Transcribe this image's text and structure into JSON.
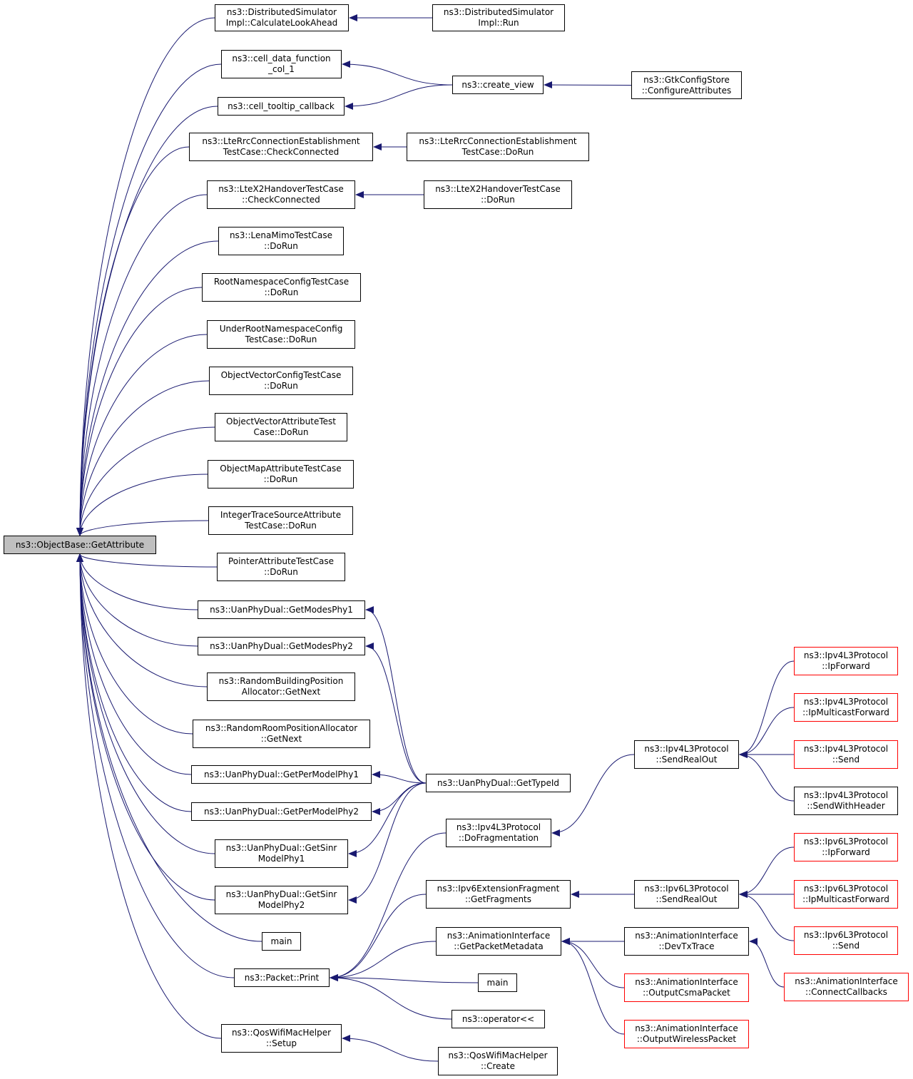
{
  "graph": {
    "title": "",
    "edge_color": "#191970",
    "truncated_border_color": "#ff0000",
    "root_fill": "#bfbfbf",
    "nodes": [
      {
        "id": "objectbase_getattribute",
        "lines": [
          "ns3::ObjectBase::GetAttribute"
        ],
        "root": true
      },
      {
        "id": "distributedsimulator_calculatelookahead",
        "lines": [
          "ns3::DistributedSimulator",
          "Impl::CalculateLookAhead"
        ]
      },
      {
        "id": "distributedsimulator_run",
        "lines": [
          "ns3::DistributedSimulator",
          "Impl::Run"
        ]
      },
      {
        "id": "cell_data_function_col_1",
        "lines": [
          "ns3::cell_data_function",
          "_col_1"
        ]
      },
      {
        "id": "cell_tooltip_callback",
        "lines": [
          "ns3::cell_tooltip_callback"
        ]
      },
      {
        "id": "create_view",
        "lines": [
          "ns3::create_view"
        ]
      },
      {
        "id": "gtkconfigstore_configureattributes",
        "lines": [
          "ns3::GtkConfigStore",
          "::ConfigureAttributes"
        ]
      },
      {
        "id": "ltercc_checkconnected",
        "lines": [
          "ns3::LteRrcConnectionEstablishment",
          "TestCase::CheckConnected"
        ]
      },
      {
        "id": "ltercc_dorun",
        "lines": [
          "ns3::LteRrcConnectionEstablishment",
          "TestCase::DoRun"
        ]
      },
      {
        "id": "ltex2_checkconnected",
        "lines": [
          "ns3::LteX2HandoverTestCase",
          "::CheckConnected"
        ]
      },
      {
        "id": "ltex2_dorun",
        "lines": [
          "ns3::LteX2HandoverTestCase",
          "::DoRun"
        ]
      },
      {
        "id": "lenamimo_dorun",
        "lines": [
          "ns3::LenaMimoTestCase",
          "::DoRun"
        ]
      },
      {
        "id": "rootnamespace_dorun",
        "lines": [
          "RootNamespaceConfigTestCase",
          "::DoRun"
        ]
      },
      {
        "id": "underrootnamespace_dorun",
        "lines": [
          "UnderRootNamespaceConfig",
          "TestCase::DoRun"
        ]
      },
      {
        "id": "objectvectorconfig_dorun",
        "lines": [
          "ObjectVectorConfigTestCase",
          "::DoRun"
        ]
      },
      {
        "id": "objectvectorattribute_dorun",
        "lines": [
          "ObjectVectorAttributeTest",
          "Case::DoRun"
        ]
      },
      {
        "id": "objectmapattribute_dorun",
        "lines": [
          "ObjectMapAttributeTestCase",
          "::DoRun"
        ]
      },
      {
        "id": "integertracesource_dorun",
        "lines": [
          "IntegerTraceSourceAttribute",
          "TestCase::DoRun"
        ]
      },
      {
        "id": "pointerattribute_dorun",
        "lines": [
          "PointerAttributeTestCase",
          "::DoRun"
        ]
      },
      {
        "id": "getmodesphy1",
        "lines": [
          "ns3::UanPhyDual::GetModesPhy1"
        ]
      },
      {
        "id": "getmodesphy2",
        "lines": [
          "ns3::UanPhyDual::GetModesPhy2"
        ]
      },
      {
        "id": "randombuilding_getnext",
        "lines": [
          "ns3::RandomBuildingPosition",
          "Allocator::GetNext"
        ]
      },
      {
        "id": "randomroom_getnext",
        "lines": [
          "ns3::RandomRoomPositionAllocator",
          "::GetNext"
        ]
      },
      {
        "id": "getpermodelphy1",
        "lines": [
          "ns3::UanPhyDual::GetPerModelPhy1"
        ]
      },
      {
        "id": "getpermodelphy2",
        "lines": [
          "ns3::UanPhyDual::GetPerModelPhy2"
        ]
      },
      {
        "id": "getsinrmodelphy1",
        "lines": [
          "ns3::UanPhyDual::GetSinr",
          "ModelPhy1"
        ]
      },
      {
        "id": "getsinrmodelphy2",
        "lines": [
          "ns3::UanPhyDual::GetSinr",
          "ModelPhy2"
        ]
      },
      {
        "id": "main_1",
        "lines": [
          "main"
        ]
      },
      {
        "id": "packet_print",
        "lines": [
          "ns3::Packet::Print"
        ]
      },
      {
        "id": "qoswifimachelper_setup",
        "lines": [
          "ns3::QosWifiMacHelper",
          "::Setup"
        ]
      },
      {
        "id": "uanphydual_gettypeid",
        "lines": [
          "ns3::UanPhyDual::GetTypeId"
        ]
      },
      {
        "id": "ipv4_dofragmentation",
        "lines": [
          "ns3::Ipv4L3Protocol",
          "::DoFragmentation"
        ]
      },
      {
        "id": "ipv6extfrag_getfragments",
        "lines": [
          "ns3::Ipv6ExtensionFragment",
          "::GetFragments"
        ]
      },
      {
        "id": "anim_getpacketmetadata",
        "lines": [
          "ns3::AnimationInterface",
          "::GetPacketMetadata"
        ]
      },
      {
        "id": "main_2",
        "lines": [
          "main"
        ]
      },
      {
        "id": "operator_ltlt",
        "lines": [
          "ns3::operator<<"
        ]
      },
      {
        "id": "qoswifimachelper_create",
        "lines": [
          "ns3::QosWifiMacHelper",
          "::Create"
        ]
      },
      {
        "id": "ipv4_sendrealout",
        "lines": [
          "ns3::Ipv4L3Protocol",
          "::SendRealOut"
        ]
      },
      {
        "id": "ipv6_sendrealout",
        "lines": [
          "ns3::Ipv6L3Protocol",
          "::SendRealOut"
        ]
      },
      {
        "id": "anim_devtxtrace",
        "lines": [
          "ns3::AnimationInterface",
          "::DevTxTrace"
        ]
      },
      {
        "id": "anim_outputcsmapacket",
        "lines": [
          "ns3::AnimationInterface",
          "::OutputCsmaPacket"
        ],
        "truncated": true
      },
      {
        "id": "anim_outputwirelesspacket",
        "lines": [
          "ns3::AnimationInterface",
          "::OutputWirelessPacket"
        ],
        "truncated": true
      },
      {
        "id": "ipv4_ipforward",
        "lines": [
          "ns3::Ipv4L3Protocol",
          "::IpForward"
        ],
        "truncated": true
      },
      {
        "id": "ipv4_ipmulticastforward",
        "lines": [
          "ns3::Ipv4L3Protocol",
          "::IpMulticastForward"
        ],
        "truncated": true
      },
      {
        "id": "ipv4_send",
        "lines": [
          "ns3::Ipv4L3Protocol",
          "::Send"
        ],
        "truncated": true
      },
      {
        "id": "ipv4_sendwithheader",
        "lines": [
          "ns3::Ipv4L3Protocol",
          "::SendWithHeader"
        ]
      },
      {
        "id": "ipv6_ipforward",
        "lines": [
          "ns3::Ipv6L3Protocol",
          "::IpForward"
        ],
        "truncated": true
      },
      {
        "id": "ipv6_ipmulticastforward",
        "lines": [
          "ns3::Ipv6L3Protocol",
          "::IpMulticastForward"
        ],
        "truncated": true
      },
      {
        "id": "ipv6_send",
        "lines": [
          "ns3::Ipv6L3Protocol",
          "::Send"
        ],
        "truncated": true
      },
      {
        "id": "anim_connectcallbacks",
        "lines": [
          "ns3::AnimationInterface",
          "::ConnectCallbacks"
        ],
        "truncated": true
      }
    ],
    "edges": [
      [
        "distributedsimulator_calculatelookahead",
        "distributedsimulator_run"
      ],
      [
        "cell_data_function_col_1",
        "create_view"
      ],
      [
        "cell_tooltip_callback",
        "create_view"
      ],
      [
        "create_view",
        "gtkconfigstore_configureattributes"
      ],
      [
        "ltercc_checkconnected",
        "ltercc_dorun"
      ],
      [
        "ltex2_checkconnected",
        "ltex2_dorun"
      ],
      [
        "objectbase_getattribute",
        "distributedsimulator_calculatelookahead"
      ],
      [
        "objectbase_getattribute",
        "cell_data_function_col_1"
      ],
      [
        "objectbase_getattribute",
        "cell_tooltip_callback"
      ],
      [
        "objectbase_getattribute",
        "ltercc_checkconnected"
      ],
      [
        "objectbase_getattribute",
        "ltex2_checkconnected"
      ],
      [
        "objectbase_getattribute",
        "lenamimo_dorun"
      ],
      [
        "objectbase_getattribute",
        "rootnamespace_dorun"
      ],
      [
        "objectbase_getattribute",
        "underrootnamespace_dorun"
      ],
      [
        "objectbase_getattribute",
        "objectvectorconfig_dorun"
      ],
      [
        "objectbase_getattribute",
        "objectvectorattribute_dorun"
      ],
      [
        "objectbase_getattribute",
        "objectmapattribute_dorun"
      ],
      [
        "objectbase_getattribute",
        "integertracesource_dorun"
      ],
      [
        "objectbase_getattribute",
        "pointerattribute_dorun"
      ],
      [
        "objectbase_getattribute",
        "getmodesphy1"
      ],
      [
        "objectbase_getattribute",
        "getmodesphy2"
      ],
      [
        "objectbase_getattribute",
        "randombuilding_getnext"
      ],
      [
        "objectbase_getattribute",
        "randomroom_getnext"
      ],
      [
        "objectbase_getattribute",
        "getpermodelphy1"
      ],
      [
        "objectbase_getattribute",
        "getpermodelphy2"
      ],
      [
        "objectbase_getattribute",
        "getsinrmodelphy1"
      ],
      [
        "objectbase_getattribute",
        "getsinrmodelphy2"
      ],
      [
        "objectbase_getattribute",
        "main_1"
      ],
      [
        "objectbase_getattribute",
        "packet_print"
      ],
      [
        "objectbase_getattribute",
        "qoswifimachelper_setup"
      ],
      [
        "getmodesphy1",
        "uanphydual_gettypeid"
      ],
      [
        "getmodesphy2",
        "uanphydual_gettypeid"
      ],
      [
        "getpermodelphy1",
        "uanphydual_gettypeid"
      ],
      [
        "getpermodelphy2",
        "uanphydual_gettypeid"
      ],
      [
        "getsinrmodelphy1",
        "uanphydual_gettypeid"
      ],
      [
        "getsinrmodelphy2",
        "uanphydual_gettypeid"
      ],
      [
        "packet_print",
        "ipv4_dofragmentation"
      ],
      [
        "packet_print",
        "ipv6extfrag_getfragments"
      ],
      [
        "packet_print",
        "anim_getpacketmetadata"
      ],
      [
        "packet_print",
        "main_2"
      ],
      [
        "packet_print",
        "operator_ltlt"
      ],
      [
        "qoswifimachelper_setup",
        "qoswifimachelper_create"
      ],
      [
        "ipv4_dofragmentation",
        "ipv4_sendrealout"
      ],
      [
        "ipv6extfrag_getfragments",
        "ipv6_sendrealout"
      ],
      [
        "anim_getpacketmetadata",
        "anim_devtxtrace"
      ],
      [
        "anim_getpacketmetadata",
        "anim_outputcsmapacket"
      ],
      [
        "anim_getpacketmetadata",
        "anim_outputwirelesspacket"
      ],
      [
        "ipv4_sendrealout",
        "ipv4_ipforward"
      ],
      [
        "ipv4_sendrealout",
        "ipv4_ipmulticastforward"
      ],
      [
        "ipv4_sendrealout",
        "ipv4_send"
      ],
      [
        "ipv4_sendrealout",
        "ipv4_sendwithheader"
      ],
      [
        "ipv6_sendrealout",
        "ipv6_ipforward"
      ],
      [
        "ipv6_sendrealout",
        "ipv6_ipmulticastforward"
      ],
      [
        "ipv6_sendrealout",
        "ipv6_send"
      ],
      [
        "anim_devtxtrace",
        "anim_connectcallbacks"
      ]
    ]
  }
}
